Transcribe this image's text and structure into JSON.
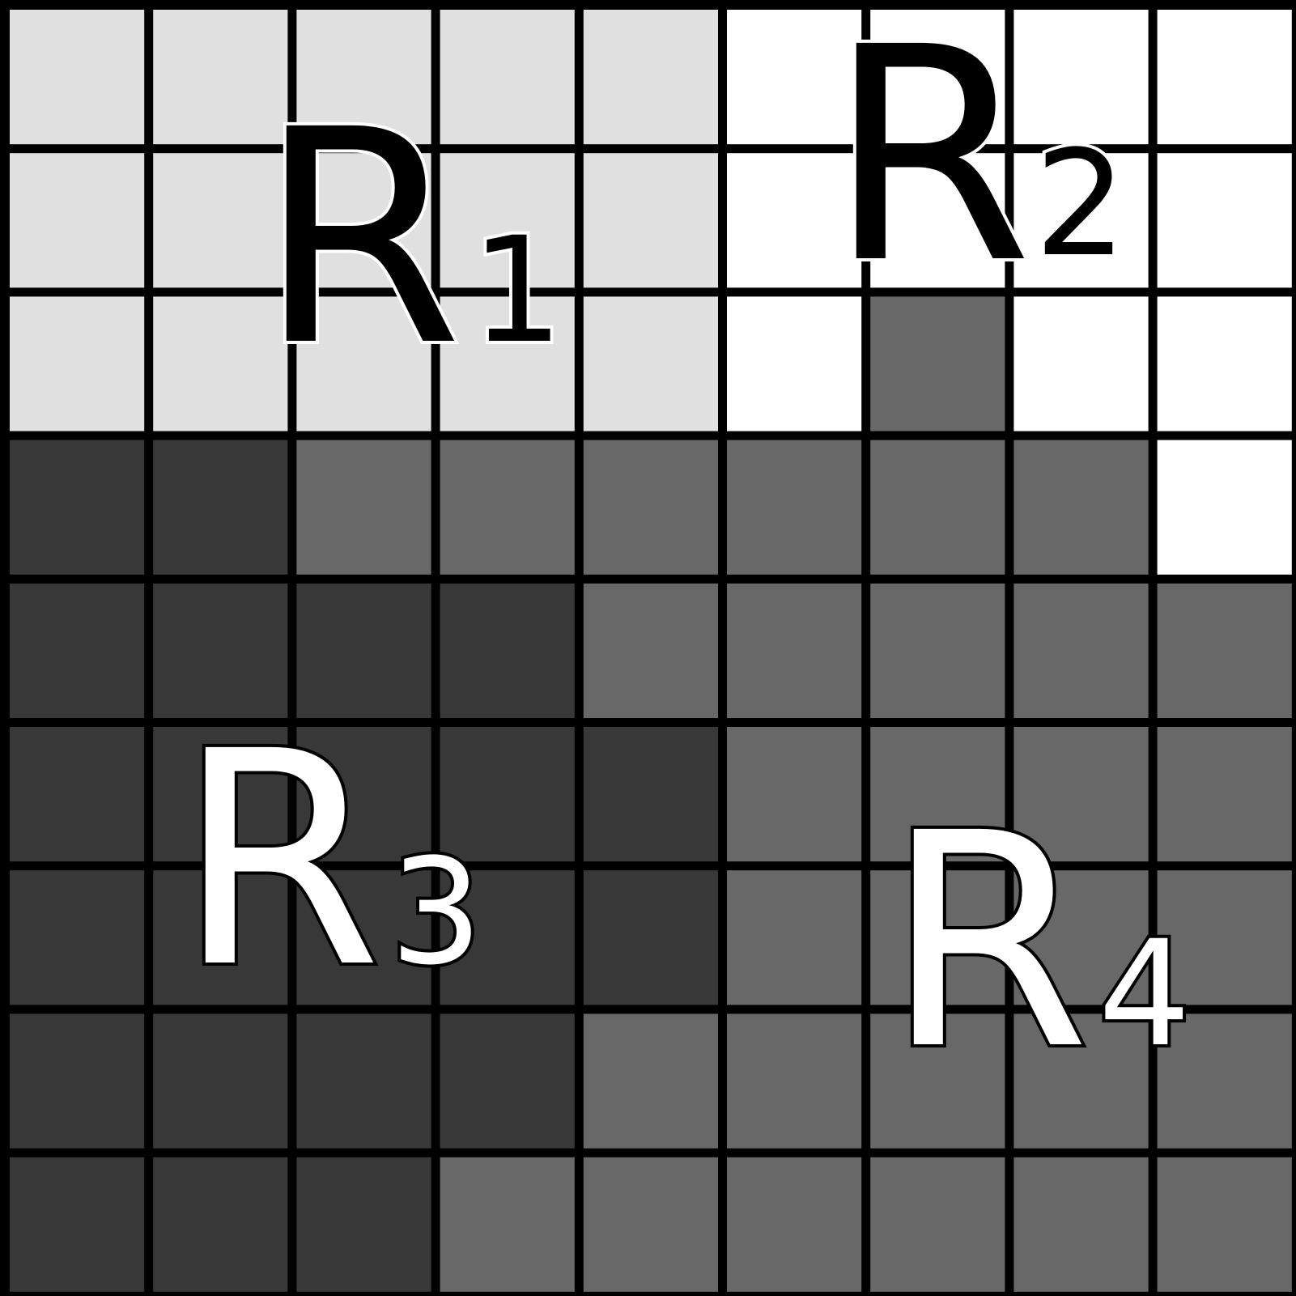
{
  "grid": {
    "rows": 9,
    "cols": 9,
    "colors": {
      "A": "#e0e0e0",
      "B": "#ffffff",
      "C": "#686868",
      "D": "#383838",
      "line": "#000000"
    },
    "cells": [
      [
        "A",
        "A",
        "A",
        "A",
        "A",
        "B",
        "B",
        "B",
        "B"
      ],
      [
        "A",
        "A",
        "A",
        "A",
        "A",
        "B",
        "B",
        "B",
        "B"
      ],
      [
        "A",
        "A",
        "A",
        "A",
        "A",
        "B",
        "C",
        "B",
        "B"
      ],
      [
        "D",
        "D",
        "C",
        "C",
        "C",
        "C",
        "C",
        "C",
        "B"
      ],
      [
        "D",
        "D",
        "D",
        "D",
        "C",
        "C",
        "C",
        "C",
        "C"
      ],
      [
        "D",
        "D",
        "D",
        "D",
        "D",
        "C",
        "C",
        "C",
        "C"
      ],
      [
        "D",
        "D",
        "D",
        "D",
        "D",
        "C",
        "C",
        "C",
        "C"
      ],
      [
        "D",
        "D",
        "D",
        "D",
        "C",
        "C",
        "C",
        "C",
        "C"
      ],
      [
        "D",
        "D",
        "D",
        "C",
        "C",
        "C",
        "C",
        "C",
        "C"
      ]
    ]
  },
  "labels": {
    "r1": {
      "letter": "R",
      "sub": "1",
      "fill": "#000000",
      "stroke": "#ffffff"
    },
    "r2": {
      "letter": "R",
      "sub": "2",
      "fill": "#000000",
      "stroke": "#ffffff"
    },
    "r3": {
      "letter": "R",
      "sub": "3",
      "fill": "#ffffff",
      "stroke": "#000000"
    },
    "r4": {
      "letter": "R",
      "sub": "4",
      "fill": "#ffffff",
      "stroke": "#000000"
    }
  }
}
